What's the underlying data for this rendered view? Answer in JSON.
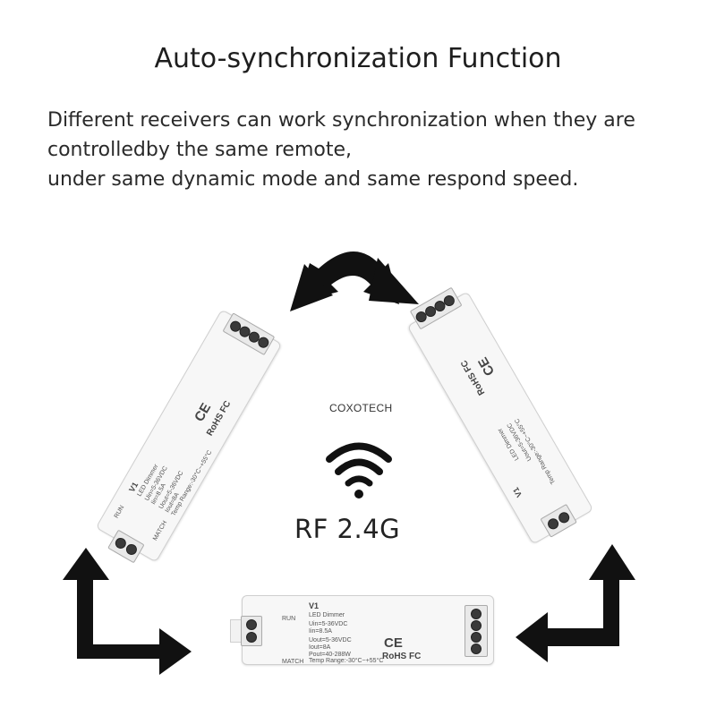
{
  "title": "Auto-synchronization Function",
  "description": {
    "line1": "Different receivers can work synchronization when they are",
    "line2": "controlledby the same remote,",
    "line3": "under same dynamic mode and same respond speed."
  },
  "brand": "COXOTECH",
  "rf_label": "RF 2.4G",
  "module": {
    "model": "V1",
    "name": "LED Dimmer",
    "uin": "Uin=5-36VDC",
    "iin": "Iin=8.5A",
    "uout": "Uout=5-36VDC",
    "iout": "Iout=8A",
    "pout": "Pout=40-288W",
    "temp": "Temp Range:-30°C~+55°C",
    "run": "RUN",
    "match": "MATCH",
    "ce": "CE",
    "rohs": "RoHS FC"
  },
  "colors": {
    "arrow": "#111111",
    "module_body": "#f7f7f7",
    "module_border": "#cfcfcf"
  }
}
